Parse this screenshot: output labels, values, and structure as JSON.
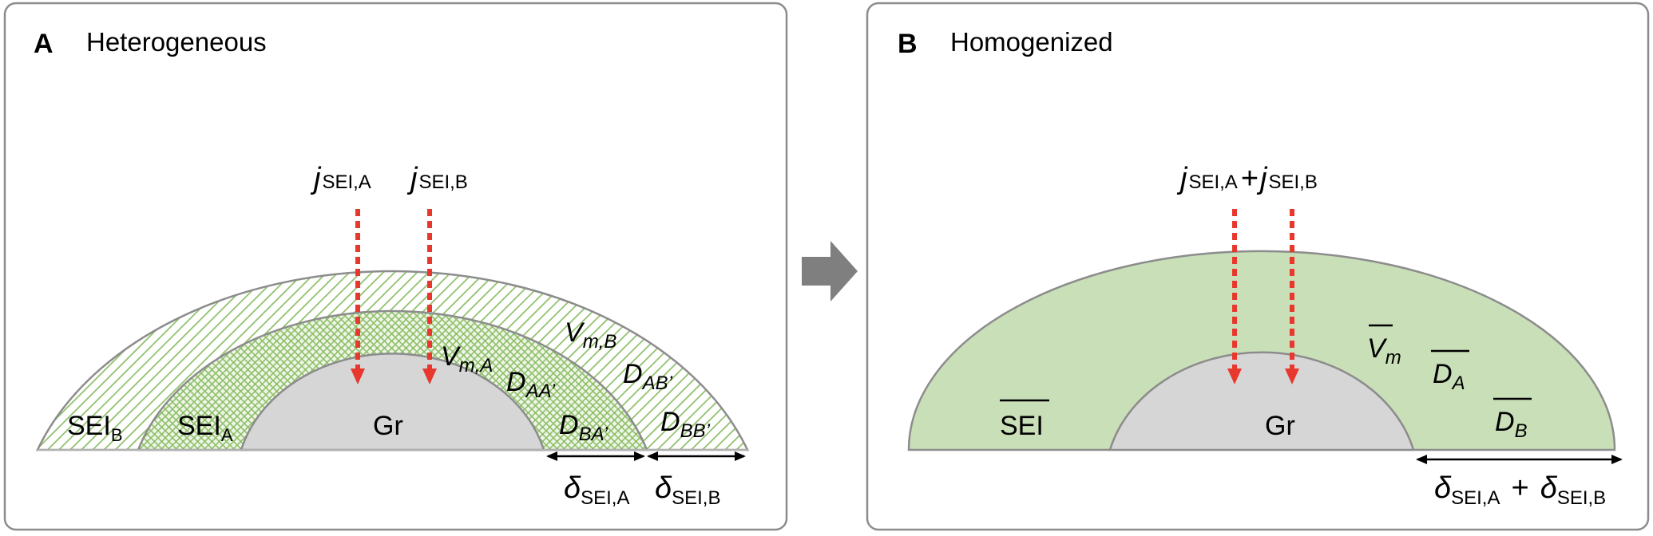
{
  "panel_a": {
    "letter": "A",
    "title": "Heterogeneous",
    "flux_a": {
      "main": "j",
      "sub": "SEI,A"
    },
    "flux_b": {
      "main": "j",
      "sub": "SEI,B"
    },
    "core": "Gr",
    "layer_b": {
      "main": "SEI",
      "sub": "B"
    },
    "layer_a": {
      "main": "SEI",
      "sub": "A"
    },
    "vm_a": {
      "main": "V",
      "sub": "m,A"
    },
    "vm_b": {
      "main": "V",
      "sub": "m,B"
    },
    "d_aa": {
      "main": "D",
      "sub": "AA’"
    },
    "d_ab": {
      "main": "D",
      "sub": "AB’"
    },
    "d_ba": {
      "main": "D",
      "sub": "BA’"
    },
    "d_bb": {
      "main": "D",
      "sub": "BB’"
    },
    "delta_a": {
      "main": "δ",
      "sub": "SEI,A"
    },
    "delta_b": {
      "main": "δ",
      "sub": "SEI,B"
    }
  },
  "panel_b": {
    "letter": "B",
    "title": "Homogenized",
    "flux_a": {
      "main": "j",
      "sub": "SEI,A"
    },
    "flux_plus": "+",
    "flux_b": {
      "main": "j",
      "sub": "SEI,B"
    },
    "core": "Gr",
    "sei": "SEI",
    "vm": {
      "main": "V",
      "sub": "m"
    },
    "d_a": {
      "main": "D",
      "sub": "A"
    },
    "d_b": {
      "main": "D",
      "sub": "B"
    },
    "delta_a": {
      "main": "δ",
      "sub": "SEI,A"
    },
    "delta_plus": "+",
    "delta_b": {
      "main": "δ",
      "sub": "SEI,B"
    }
  },
  "colors": {
    "sei_green": "#c9dfb8",
    "hatch_green": "#8fc06a",
    "core_gray": "#d6d6d6",
    "flux_red": "#e8382e",
    "arrow_gray": "#7f7f7f"
  }
}
